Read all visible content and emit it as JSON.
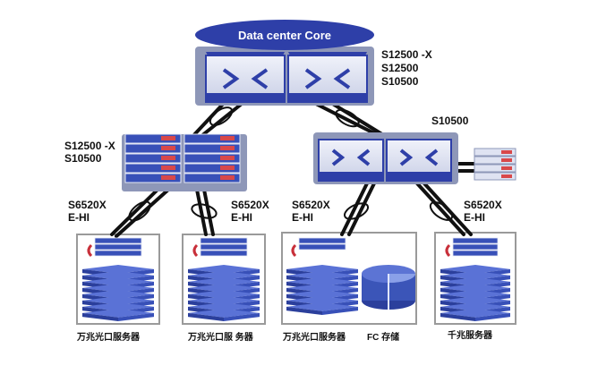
{
  "core": {
    "title": "Data center Core",
    "models": [
      "S12500 -X",
      "S12500",
      "S10500"
    ]
  },
  "aggregation": {
    "left_models": [
      "S12500 -X",
      "S10500"
    ],
    "right_model": "S10500"
  },
  "access": {
    "labels": [
      [
        "S6520X",
        "E-HI"
      ],
      [
        "S6520X",
        "E-HI"
      ],
      [
        "S6520X",
        "E-HI"
      ],
      [
        "S6520X",
        "E-HI"
      ]
    ]
  },
  "pods": {
    "captions": [
      "万兆光口服务器",
      "万兆光口服 务器",
      "万兆光口服务器",
      "FC 存储",
      "千兆服务器"
    ]
  },
  "colors": {
    "switch_blue": "#2e3fa8",
    "switch_face": "#dfe3f2",
    "rack_blue": "#3850b8",
    "storage_blue": "#3b55b8",
    "link": "#111111",
    "frame": "#9a9a9a"
  }
}
